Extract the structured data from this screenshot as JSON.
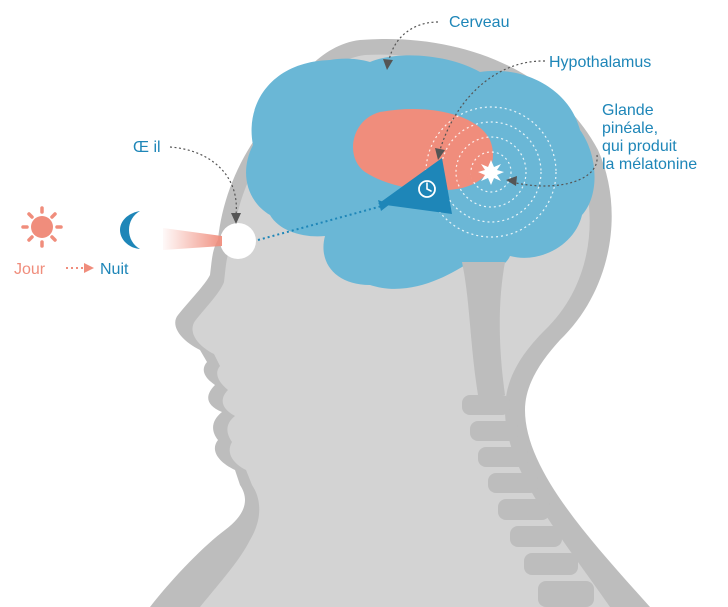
{
  "labels": {
    "cerveau": "Cerveau",
    "hypothalamus": "Hypothalamus",
    "glande_line1": "Glande",
    "glande_line2": "pinéale,",
    "glande_line3": "qui produit",
    "glande_line4": "la mélatonine",
    "oeil": "Œ il",
    "jour": "Jour",
    "nuit": "Nuit"
  },
  "colors": {
    "accent_blue": "#1e86b8",
    "brain_blue": "#6ab7d6",
    "salmon": "#f08d7c",
    "head_gray_dark": "#bdbdbd",
    "head_gray_light": "#d3d3d3"
  },
  "icons": [
    "sun-icon",
    "moon-icon",
    "clock-icon",
    "starburst-icon"
  ]
}
